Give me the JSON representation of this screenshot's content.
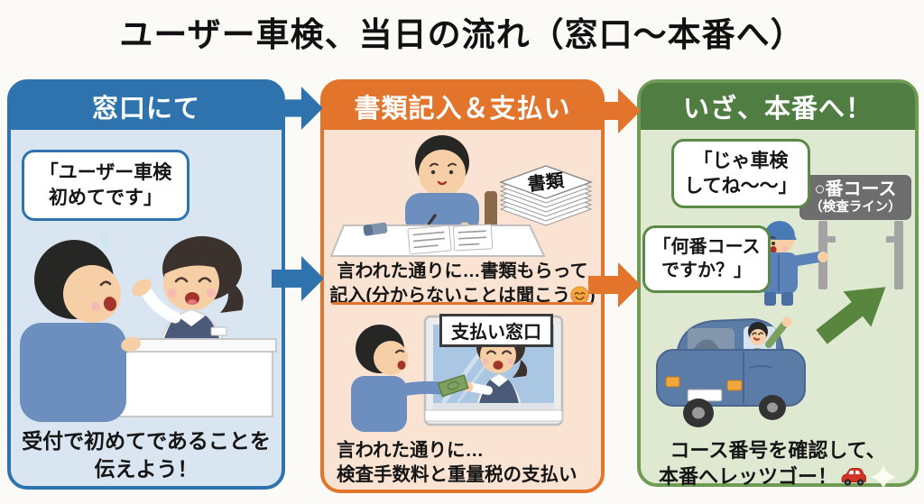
{
  "title": "ユーザー車検、当日の流れ（窓口～本番へ）",
  "colors": {
    "step1_blue": "#2e73ae",
    "step1_bg": "#d9e5f1",
    "step2_orange": "#e2742c",
    "step2_bg": "#fae3d2",
    "step3_green_header": "#4f7d42",
    "step3_green_border": "#6f9b55",
    "step3_bg": "#dfe9d2"
  },
  "step1": {
    "header": "窓口にて",
    "speech_bubble": "「ユーザー車検\n初めてです」",
    "caption": "受付で初めてであることを\n伝えよう！"
  },
  "step2": {
    "header": "書類記入＆支払い",
    "documents_label": "書類",
    "note1_line1": "言われた通りに…書類もらって",
    "note1_line2": "記入(分からないことは聞こう",
    "note1_close": ")",
    "payment_window_label": "支払い窓口",
    "note2": "言われた通りに…\n検査手数料と重量税の支払い"
  },
  "step3": {
    "header": "いざ、本番へ！",
    "bubble_inspector": "「じゃ車検\nしてね～～」",
    "bubble_driver": "「何番コース\nですか？」",
    "sign_line1": "○番コース",
    "sign_line2": "（検査ライン）",
    "caption_line1": "コース番号を確認して、",
    "caption_line2": "本番へレッツゴー！"
  }
}
